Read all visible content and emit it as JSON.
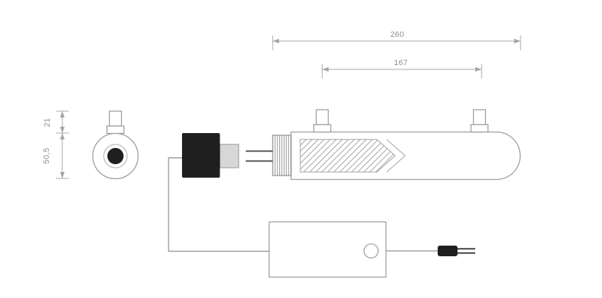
{
  "diagram": {
    "type": "technical-drawing",
    "subject": "cylindrical lamp assembly with connector, power supply box and mains plug",
    "dimensions": {
      "overall_length_mm": "260",
      "port_spacing_mm": "167",
      "fitting_height_mm": "21",
      "body_diameter_mm": "50,5"
    },
    "colors": {
      "line": "#9b9b9b",
      "dimension_line": "#a4a4a4",
      "dimension_text": "#8c8c8c",
      "dark_part": "#1f1f1f",
      "hatch_line": "#a9a9a9",
      "connector_gray": "#d7d7d7",
      "background": "#ffffff"
    }
  }
}
